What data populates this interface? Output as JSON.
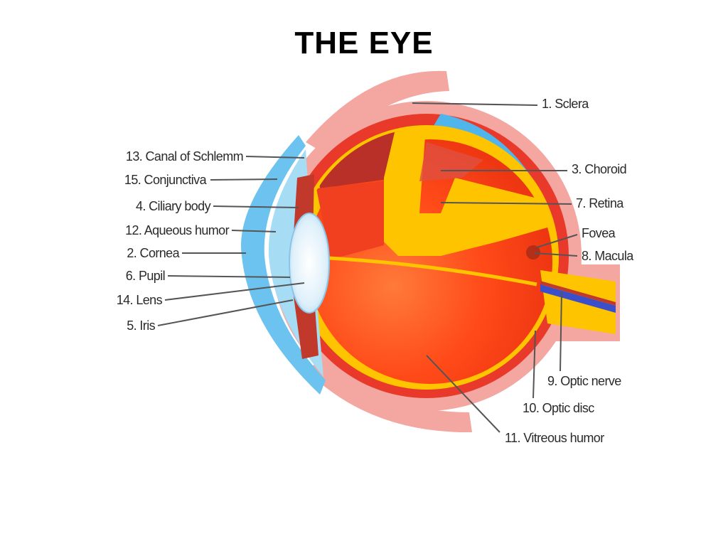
{
  "title": "THE EYE",
  "labels": {
    "sclera": "1. Sclera",
    "choroid": "3. Choroid",
    "retina": "7. Retina",
    "fovea": "Fovea",
    "macula": "8. Macula",
    "optic_nerve": "9. Optic nerve",
    "optic_disc": "10. Optic disc",
    "vitreous_humor": "11. Vitreous humor",
    "canal_of_schlemm": "13. Canal of Schlemm",
    "conjunctiva": "15. Conjunctiva",
    "ciliary_body": "4. Ciliary body",
    "aqueous_humor": "12. Aqueous humor",
    "cornea": "2. Cornea",
    "pupil": "6. Pupil",
    "lens": "14. Lens",
    "iris": "5. Iris"
  },
  "colors": {
    "sclera": "#f4a6a0",
    "choroid": "#e8392a",
    "retina": "#ffc400",
    "vitreous": "#ff4a18",
    "cornea": "#6cc3ef",
    "lens": "#e6f4fb",
    "iris": "#c0392b",
    "nerve_blue": "#3a4fc9"
  }
}
